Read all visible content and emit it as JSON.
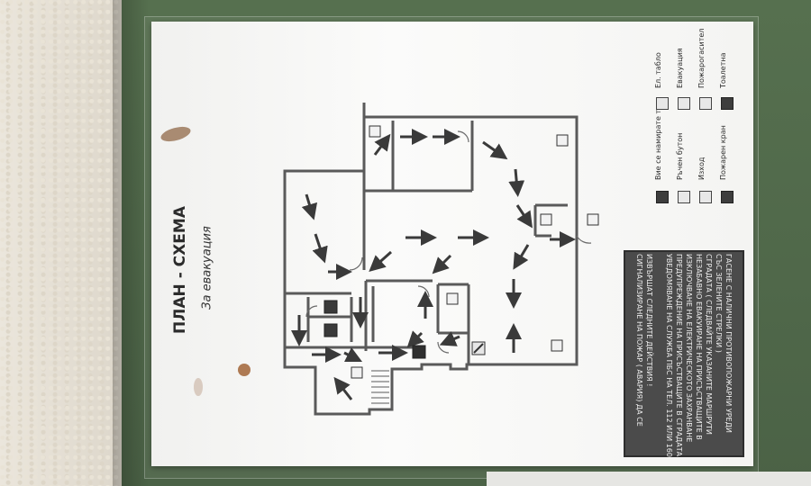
{
  "title": "ПЛАН - СХЕМА",
  "subtitle": "За евакуация",
  "legend": [
    {
      "icon": "you-are-here-icon",
      "label": "Вие се намирате тук"
    },
    {
      "icon": "electric-panel-icon",
      "label": "Ел. табло"
    },
    {
      "icon": "manual-button-icon",
      "label": "Ръчен бутон"
    },
    {
      "icon": "evacuation-icon",
      "label": "Евакуация"
    },
    {
      "icon": "exit-icon",
      "label": "Изход"
    },
    {
      "icon": "extinguisher-icon",
      "label": "Пожарогасител"
    },
    {
      "icon": "fire-hydrant-icon",
      "label": "Пожарен кран"
    },
    {
      "icon": "toilet-icon",
      "label": "Тоалетна"
    }
  ],
  "instructions": [
    "СИГНАЛИЗИРАНЕ НА ПОЖАР ( АВАРИЯ) ДА СЕ",
    "ИЗВЪРШАТ СЛЕДНИТЕ ДЕЙСТВИЯ !",
    "",
    "УВЕДОМЯВАНЕ НА СЛУЖБА ПБС НА ТЕЛ. 112 ИЛИ 160",
    "ПРЕДУПРЕЖДЕНИЕ НА ПРИСЪСТВАЩИТЕ В СГРАДАТА",
    "ИЗКЛЮЧВАНЕ НА ЕЛЕКТРИЧЕСКОТО ЗАХРАНВАНЕ",
    "НЕЗАБАВНО ЕВАКУИРАНЕ НА ПРИСЪСТВАЩИТЕ В",
    "СГРАДАТА ( СЛЕДВАЙТЕ УКАЗАНИТЕ МАРШРУТИ",
    "СЪС ЗЕЛЕНИТЕ СТРЕЛКИ )",
    "ГАСЕНЕ С НАЛИЧНИ ПРОТИВОПОЖАРНИ УРЕДИ"
  ],
  "colors": {
    "wall": "#56704f",
    "paper": "#f7f7f5",
    "plan_line": "#5a5a5a",
    "arrow": "#3a3a3a",
    "instr_bg": "#4b4b4b"
  }
}
